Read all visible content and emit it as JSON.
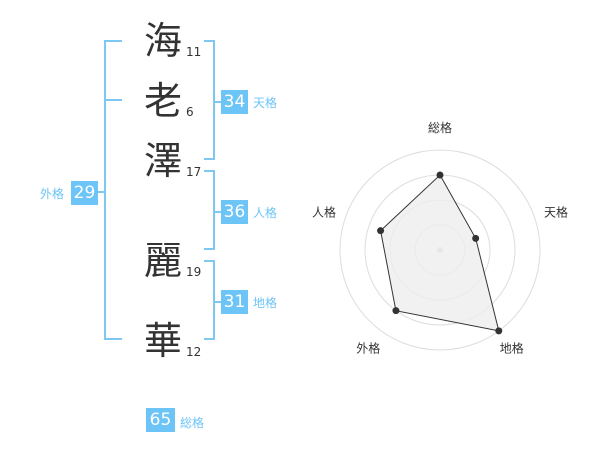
{
  "name": {
    "chars": [
      {
        "char": "海",
        "strokes": "11"
      },
      {
        "char": "老",
        "strokes": "6"
      },
      {
        "char": "澤",
        "strokes": "17"
      },
      {
        "char": "麗",
        "strokes": "19"
      },
      {
        "char": "華",
        "strokes": "12"
      }
    ]
  },
  "kaku": {
    "tenkaku": {
      "value": "34",
      "label": "天格"
    },
    "jinkaku": {
      "value": "36",
      "label": "人格"
    },
    "chikaku": {
      "value": "31",
      "label": "地格"
    },
    "gaikaku": {
      "value": "29",
      "label": "外格"
    },
    "soukaku": {
      "value": "65",
      "label": "総格"
    }
  },
  "colors": {
    "accent": "#6cc4f7",
    "bracket": "#7dc7f2",
    "polygon_fill": "#eeeeee",
    "grid": "#dddddd"
  },
  "chart_data": {
    "type": "radar",
    "axes": [
      "総格",
      "天格",
      "地格",
      "外格",
      "人格"
    ],
    "levels": 4,
    "values": [
      3,
      1.5,
      4,
      3,
      2.5
    ]
  }
}
